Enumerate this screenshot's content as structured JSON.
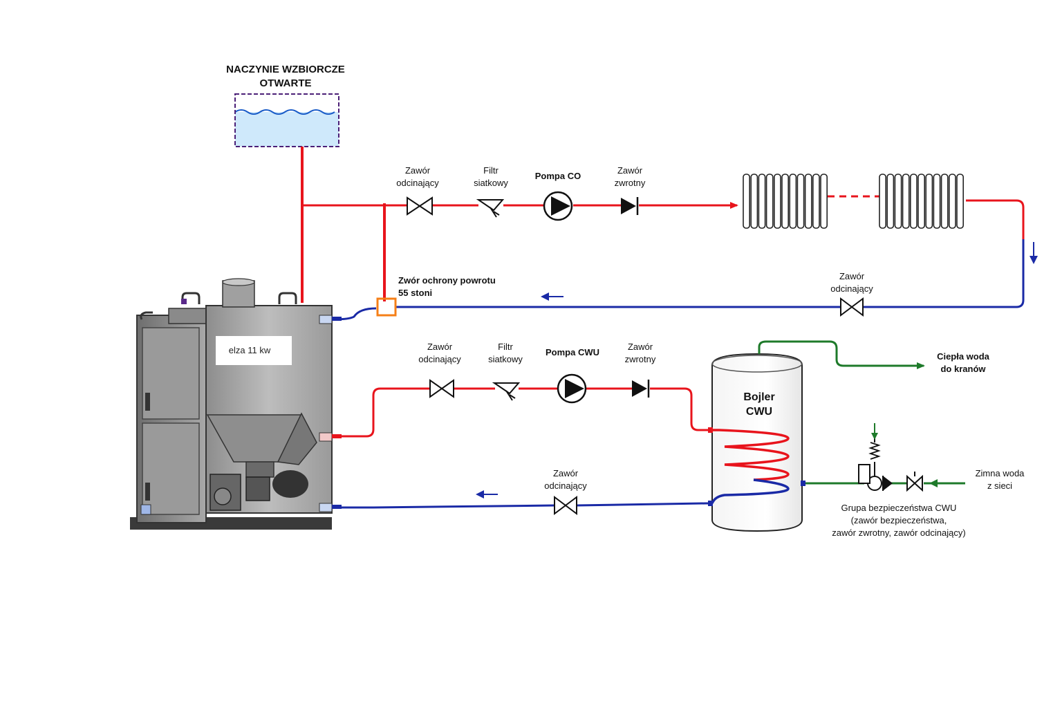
{
  "expansion_tank": {
    "line1": "NACZYNIE WZBIORCZE",
    "line2": "OTWARTE"
  },
  "co_circuit": {
    "valve": {
      "line1": "Zawór",
      "line2": "odcinający"
    },
    "filter": {
      "line1": "Filtr",
      "line2": "siatkowy"
    },
    "pump": "Pompa CO",
    "check_valve": {
      "line1": "Zawór",
      "line2": "zwrotny"
    },
    "return_valve": {
      "line1": "Zawór",
      "line2": "odcinający"
    }
  },
  "return_protection": {
    "line1": "Zwór ochrony powrotu",
    "line2": "55 stoni"
  },
  "boiler_label": "elza 11 kw",
  "cwu_circuit": {
    "valve": {
      "line1": "Zawór",
      "line2": "odcinający"
    },
    "filter": {
      "line1": "Filtr",
      "line2": "siatkowy"
    },
    "pump": "Pompa CWU",
    "check_valve": {
      "line1": "Zawór",
      "line2": "zwrotny"
    },
    "return_valve": {
      "line1": "Zawór",
      "line2": "odcinający"
    }
  },
  "tank": {
    "line1": "Bojler",
    "line2": "CWU"
  },
  "hot_water": {
    "line1": "Ciepła woda",
    "line2": "do kranów"
  },
  "cold_water": {
    "line1": "Zimna woda",
    "line2": "z sieci"
  },
  "safety_group": {
    "line1": "Grupa bezpieczeństwa CWU",
    "line2": "(zawór bezpieczeństwa,",
    "line3": "zawór zwrotny, zawór odcinający)"
  },
  "colors": {
    "supply": "#e8141c",
    "return": "#1a2aa6",
    "domestic": "#1e7a2a",
    "tank_water": "#cfe9fb",
    "tank_border": "#4b1f77",
    "protection_valve": "#f57f17"
  }
}
